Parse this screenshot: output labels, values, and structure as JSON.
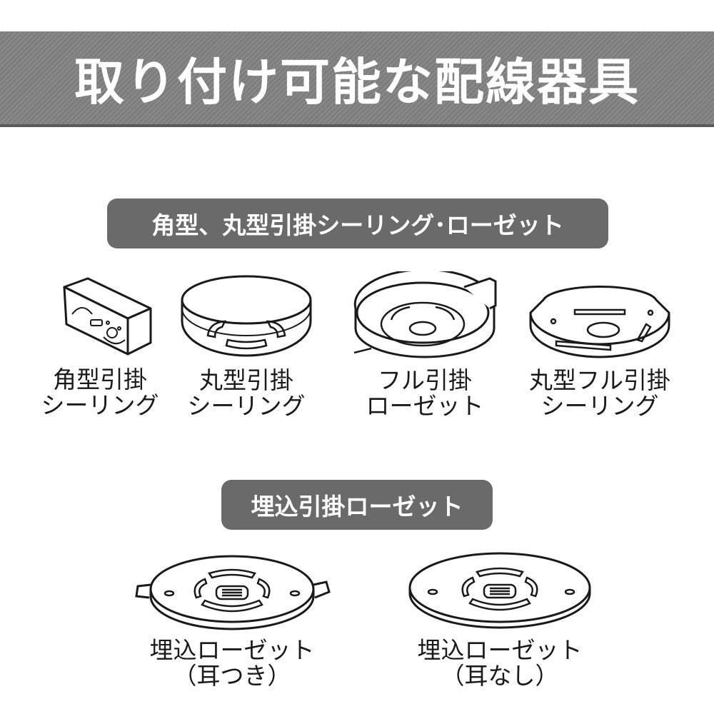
{
  "header": {
    "title": "取り付け可能な配線器具"
  },
  "sections": [
    {
      "label": "角型、丸型引掛シーリング･ローゼット",
      "items": [
        {
          "icon": "square-ceiling-outlet-icon",
          "lines": [
            "角型引掛",
            "シーリング"
          ]
        },
        {
          "icon": "round-ceiling-outlet-icon",
          "lines": [
            "丸型引掛",
            "シーリング"
          ]
        },
        {
          "icon": "full-rosette-icon",
          "lines": [
            "フル引掛",
            "ローゼット"
          ]
        },
        {
          "icon": "round-full-ceiling-outlet-icon",
          "lines": [
            "丸型フル引掛",
            "シーリング"
          ]
        }
      ]
    },
    {
      "label": "埋込引掛ローゼット",
      "items": [
        {
          "icon": "flush-rosette-with-ears-icon",
          "lines": [
            "埋込ローゼット",
            "（耳つき）"
          ]
        },
        {
          "icon": "flush-rosette-without-ears-icon",
          "lines": [
            "埋込ローゼット",
            "（耳なし）"
          ]
        }
      ]
    }
  ]
}
